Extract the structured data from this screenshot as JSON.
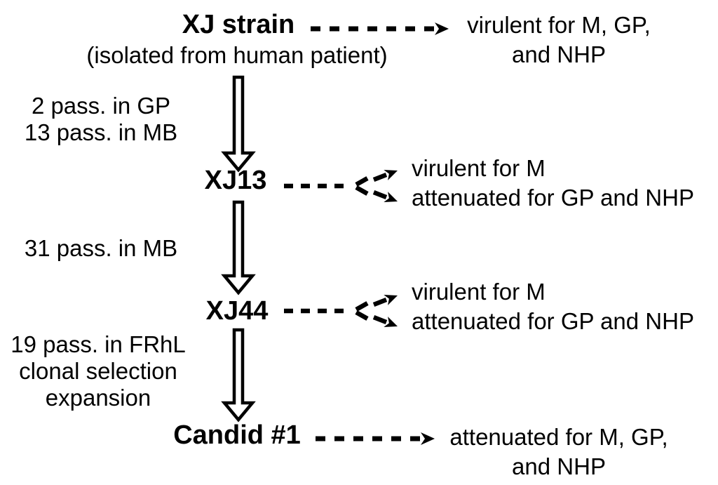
{
  "diagram": {
    "colors": {
      "background": "#ffffff",
      "text": "#000000"
    },
    "nodes": {
      "xj_strain": {
        "label": "XJ strain",
        "sublabel": "(isolated from human patient)"
      },
      "xj13": {
        "label": "XJ13"
      },
      "xj44": {
        "label": "XJ44"
      },
      "candid1": {
        "label": "Candid #1"
      }
    },
    "passages": {
      "step1": {
        "line1": "2 pass. in GP",
        "line2": "13 pass. in MB"
      },
      "step2": {
        "line1": "31 pass. in MB"
      },
      "step3": {
        "line1": "19 pass. in FRhL",
        "line2": "clonal selection",
        "line3": "expansion"
      }
    },
    "outcomes": {
      "xj_strain": {
        "line1": "virulent for M, GP,",
        "line2": "and NHP"
      },
      "xj13": {
        "line1": "virulent for M",
        "line2": "attenuated for GP and NHP"
      },
      "xj44": {
        "line1": "virulent for M",
        "line2": "attenuated for GP and NHP"
      },
      "candid1": {
        "line1": "attenuated for M, GP,",
        "line2": "and NHP"
      }
    }
  }
}
